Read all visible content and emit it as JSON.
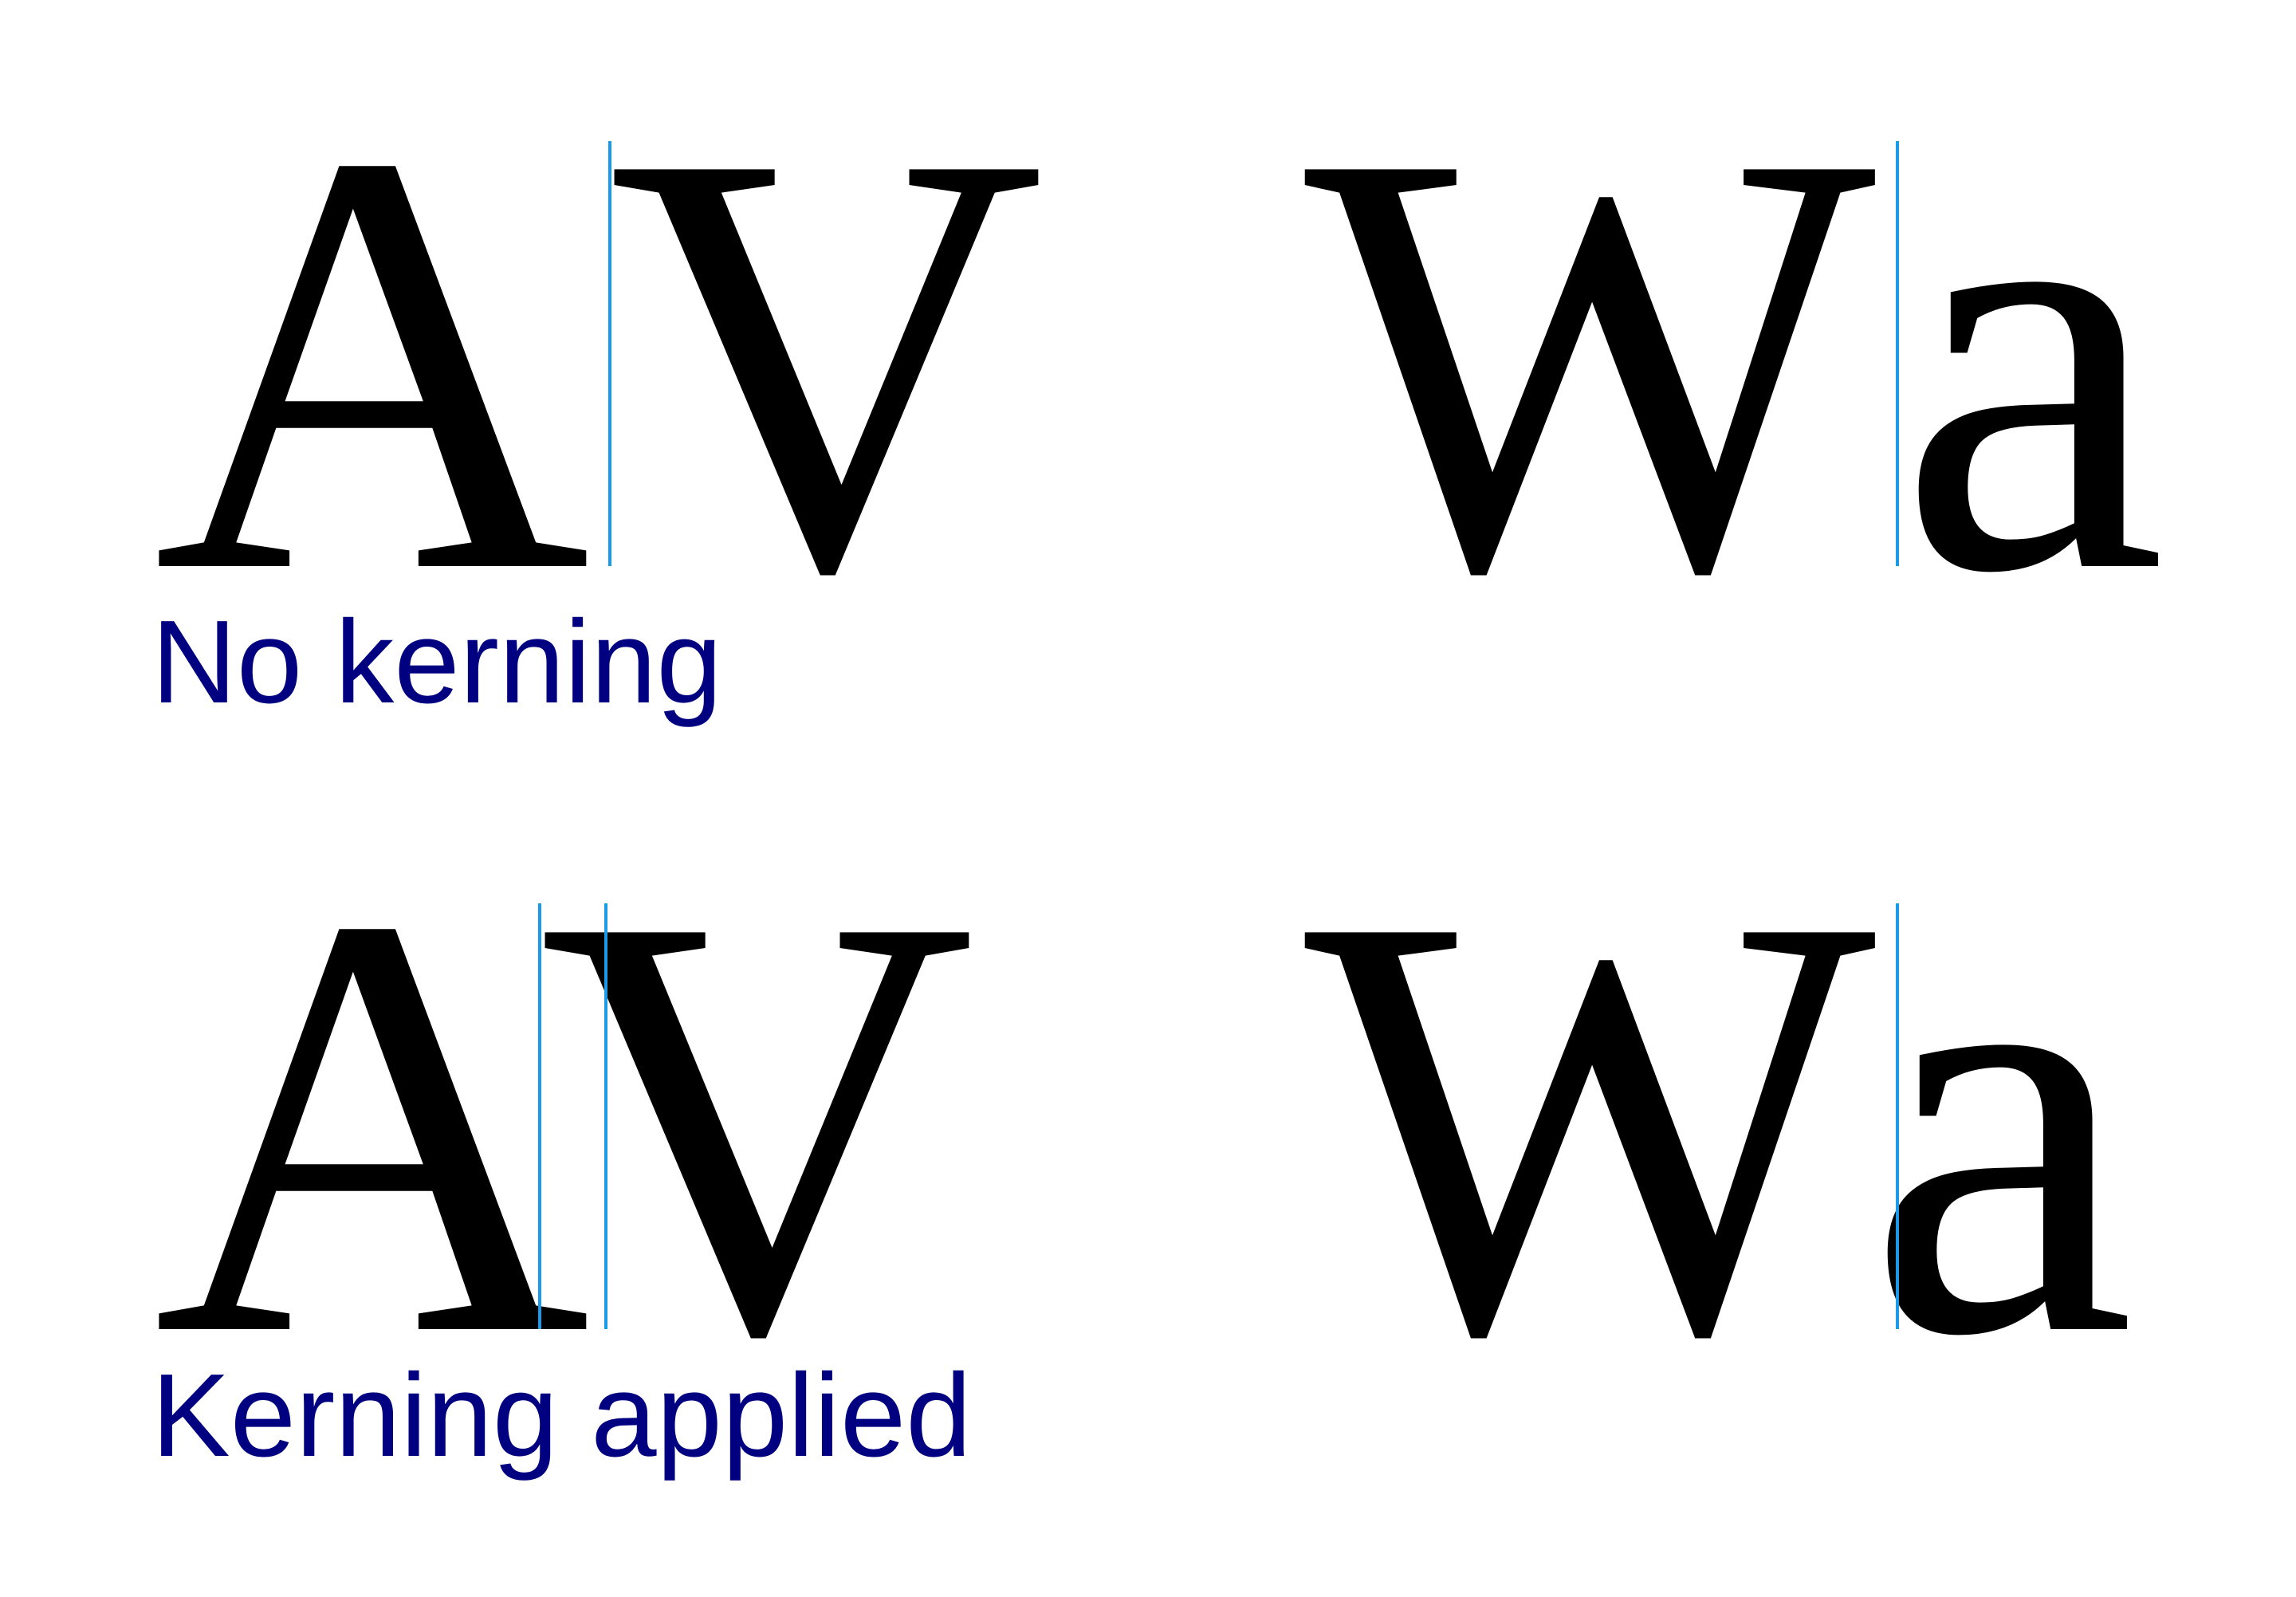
{
  "colors": {
    "glyph": "#000000",
    "caption": "#000080",
    "guide": "#1a9be6",
    "background": "#ffffff"
  },
  "rows": [
    {
      "caption": "No kerning",
      "pairs": [
        {
          "first": "A",
          "second": "V",
          "guides": 1
        },
        {
          "first": "W",
          "second": "a",
          "guides": 1
        }
      ]
    },
    {
      "caption": "Kerning applied",
      "pairs": [
        {
          "first": "A",
          "second": "V",
          "guides": 2
        },
        {
          "first": "W",
          "second": "a",
          "guides": 1
        }
      ]
    }
  ]
}
